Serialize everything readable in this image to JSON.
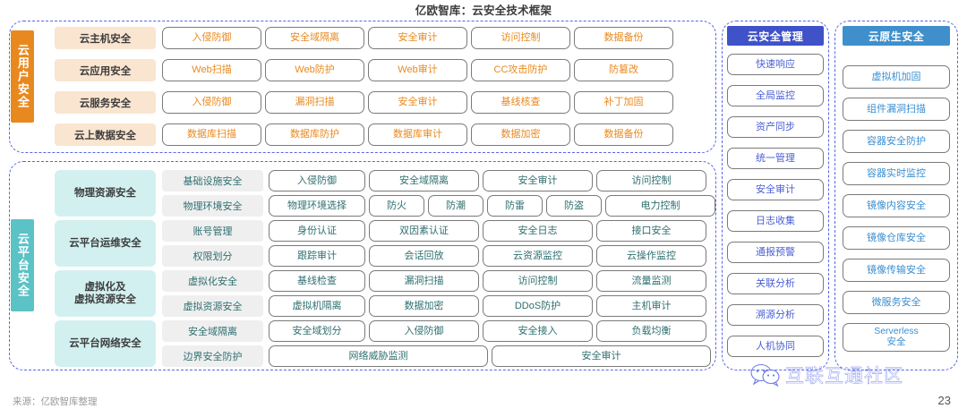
{
  "title": "亿欧智库：云安全技术框架",
  "footer": {
    "source": "来源：亿欧智库整理",
    "page_number": "23"
  },
  "watermark": {
    "text": "互联互通社区",
    "icon": "wechat-icon"
  },
  "colors": {
    "orange": "#e8891f",
    "orange_tint": "#fae5d0",
    "teal": "#5bc2c6",
    "teal_tint": "#d3f0f0",
    "indigo": "#4052c8",
    "blue": "#3e8fcb",
    "dashed_border": "#5566e8"
  },
  "cloud_user_security": {
    "side_label": "云用户安全",
    "rows": [
      {
        "category": "云主机安全",
        "items": [
          "入侵防御",
          "安全域隔离",
          "安全审计",
          "访问控制",
          "数据备份"
        ]
      },
      {
        "category": "云应用安全",
        "items": [
          "Web扫描",
          "Web防护",
          "Web审计",
          "CC攻击防护",
          "防篡改"
        ]
      },
      {
        "category": "云服务安全",
        "items": [
          "入侵防御",
          "漏洞扫描",
          "安全审计",
          "基线核查",
          "补丁加固"
        ]
      },
      {
        "category": "云上数据安全",
        "items": [
          "数据库扫描",
          "数据库防护",
          "数据库审计",
          "数据加密",
          "数据备份"
        ]
      }
    ]
  },
  "cloud_platform_security": {
    "side_label": "云平台安全",
    "groups": [
      {
        "category": "物理资源安全",
        "rows": [
          {
            "sub": "基础设施安全",
            "items": [
              "入侵防御",
              "安全域隔离",
              "安全审计",
              "访问控制"
            ]
          },
          {
            "sub": "物理环境安全",
            "items": [
              "物理环境选择",
              "防火",
              "防潮",
              "防雷",
              "防盗",
              "电力控制"
            ]
          }
        ]
      },
      {
        "category": "云平台运维安全",
        "rows": [
          {
            "sub": "账号管理",
            "items": [
              "身份认证",
              "双因素认证",
              "安全日志",
              "接口安全"
            ]
          },
          {
            "sub": "权限划分",
            "items": [
              "跟踪审计",
              "会话回放",
              "云资源监控",
              "云操作监控"
            ]
          }
        ]
      },
      {
        "category": "虚拟化及\n虚拟资源安全",
        "rows": [
          {
            "sub": "虚拟化安全",
            "items": [
              "基线检查",
              "漏洞扫描",
              "访问控制",
              "流量监测"
            ]
          },
          {
            "sub": "虚拟资源安全",
            "items": [
              "虚拟机隔离",
              "数据加密",
              "DDoS防护",
              "主机审计"
            ]
          }
        ]
      },
      {
        "category": "云平台网络安全",
        "rows": [
          {
            "sub": "安全域隔离",
            "items": [
              "安全域划分",
              "入侵防御",
              "安全接入",
              "负载均衡"
            ]
          },
          {
            "sub": "边界安全防护",
            "items": [
              "网络威胁监测",
              "安全审计"
            ]
          }
        ]
      }
    ]
  },
  "cloud_security_management": {
    "header": "云安全管理",
    "items": [
      "快速响应",
      "全局监控",
      "资产同步",
      "统一管理",
      "安全审计",
      "日志收集",
      "通报预警",
      "关联分析",
      "溯源分析",
      "人机协同"
    ]
  },
  "cloud_native_security": {
    "header": "云原生安全",
    "items": [
      "虚拟机加固",
      "组件漏洞扫描",
      "容器安全防护",
      "容器实时监控",
      "镜像内容安全",
      "镜像仓库安全",
      "镜像传输安全",
      "微服务安全",
      "Serverless\n安全"
    ]
  }
}
